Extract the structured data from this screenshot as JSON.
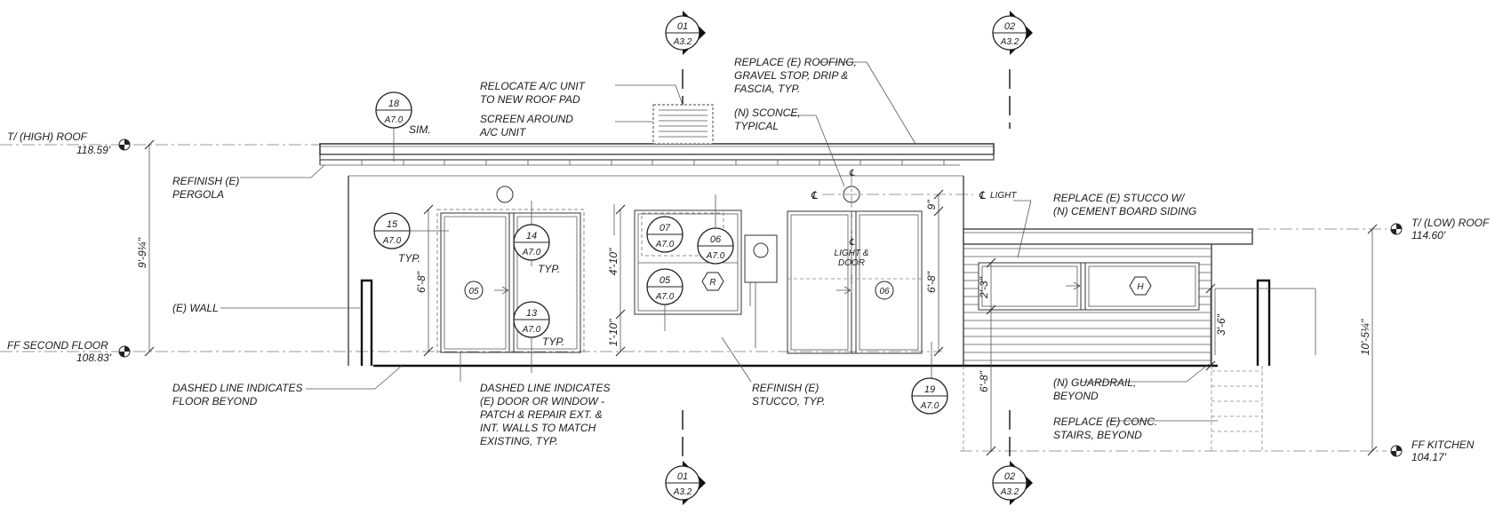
{
  "levels": {
    "high_roof": {
      "label": "T/ (HIGH) ROOF",
      "elev": "118.59'"
    },
    "second_floor": {
      "label": "FF SECOND FLOOR",
      "elev": "108.83'"
    },
    "low_roof": {
      "label": "T/ (LOW) ROOF",
      "elev": "114.60'"
    },
    "kitchen": {
      "label": "FF KITCHEN",
      "elev": "104.17'"
    }
  },
  "section_markers": {
    "s01": {
      "num": "01",
      "sheet": "A3.2"
    },
    "s02": {
      "num": "02",
      "sheet": "A3.2"
    }
  },
  "detail_tags": {
    "t18": {
      "num": "18",
      "sheet": "A7.0"
    },
    "t15": {
      "num": "15",
      "sheet": "A7.0"
    },
    "t14": {
      "num": "14",
      "sheet": "A7.0"
    },
    "t13": {
      "num": "13",
      "sheet": "A7.0"
    },
    "t07": {
      "num": "07",
      "sheet": "A7.0"
    },
    "t06": {
      "num": "06",
      "sheet": "A7.0"
    },
    "t05": {
      "num": "05",
      "sheet": "A7.0"
    },
    "t19": {
      "num": "19",
      "sheet": "A7.0"
    }
  },
  "tag_notes": {
    "sim": "SIM.",
    "typ": "TYP."
  },
  "dimensions": {
    "d9_9": "9'-9¼\"",
    "d6_8a": "6'-8\"",
    "d4_10": "4'-10\"",
    "d1_10": "1'-10\"",
    "d6_8b": "6'-8\"",
    "d9": "9\"",
    "d2_3": "2'-3\"",
    "d3_6": "3'-6\"",
    "d6_8c": "6'-8\"",
    "d10_5": "10'-5¼\""
  },
  "notes": {
    "relocate_ac": [
      "RELOCATE A/C UNIT",
      "TO NEW ROOF PAD"
    ],
    "screen_ac": [
      "SCREEN AROUND",
      "A/C UNIT"
    ],
    "replace_roofing": [
      "REPLACE (E) ROOFING,",
      "GRAVEL STOP, DRIP &",
      "FASCIA, TYP."
    ],
    "sconce": [
      "(N) SCONCE,",
      "TYPICAL"
    ],
    "refinish_pergola": [
      "REFINISH (E)",
      "PERGOLA"
    ],
    "replace_stucco": [
      "REPLACE (E) STUCCO W/",
      "(N) CEMENT BOARD SIDING"
    ],
    "e_wall": "(E) WALL",
    "dashed_floor": [
      "DASHED LINE INDICATES",
      "FLOOR  BEYOND"
    ],
    "dashed_door": [
      "DASHED LINE INDICATES",
      "(E) DOOR OR WINDOW -",
      "PATCH & REPAIR EXT. &",
      "INT. WALLS TO MATCH",
      "EXISTING, TYP."
    ],
    "refinish_stucco": [
      "REFINISH (E)",
      "STUCCO, TYP."
    ],
    "guardrail": [
      "(N) GUARDRAIL,",
      "BEYOND"
    ],
    "replace_stairs": [
      "REPLACE (E) CONC.",
      "STAIRS, BEYOND"
    ],
    "light": "LIGHT",
    "light_door": [
      "LIGHT &",
      "DOOR"
    ],
    "centerline": "℄"
  },
  "door_tags": {
    "d05": "05",
    "d06": "06"
  },
  "window_tags": {
    "r": "R",
    "h": "H"
  }
}
